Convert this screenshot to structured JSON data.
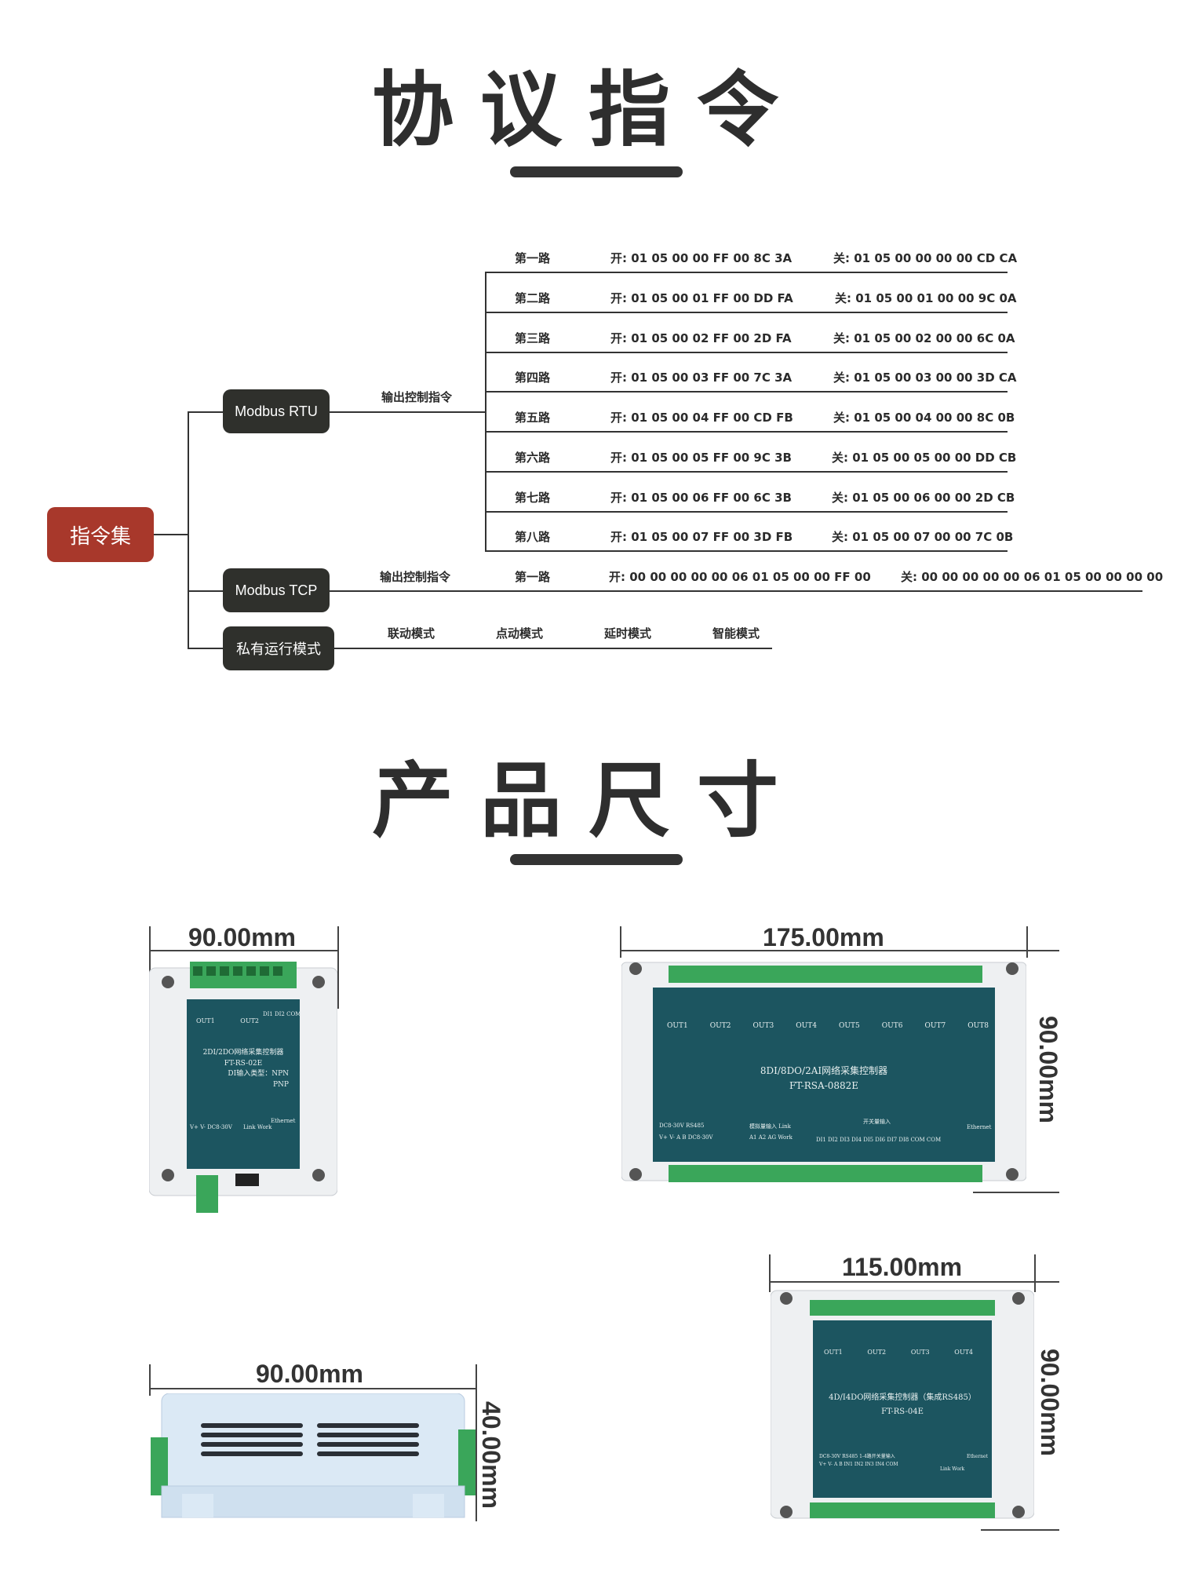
{
  "section1": {
    "title": "协议指令"
  },
  "mindmap": {
    "root": "指令集",
    "rtu": {
      "label": "Modbus RTU",
      "branch": "输出控制指令",
      "rows": [
        {
          "channel": "第一路",
          "on": "开:  01 05 00 00 FF 00 8C 3A",
          "off": "关:  01 05 00 00 00 00 CD CA"
        },
        {
          "channel": "第二路",
          "on": "开:  01 05 00 01 FF 00 DD FA",
          "off": "关:  01 05 00 01 00 00 9C 0A"
        },
        {
          "channel": "第三路",
          "on": "开:  01 05 00 02 FF 00 2D FA",
          "off": "关:  01 05 00 02 00 00 6C 0A"
        },
        {
          "channel": "第四路",
          "on": "开:  01 05 00 03 FF 00 7C 3A",
          "off": "关:  01 05 00 03 00 00 3D CA"
        },
        {
          "channel": "第五路",
          "on": "开:  01 05 00 04 FF 00 CD FB",
          "off": "关:  01 05 00 04 00 00 8C 0B"
        },
        {
          "channel": "第六路",
          "on": "开:  01 05 00 05 FF 00 9C 3B",
          "off": "关:  01 05 00 05 00 00 DD CB"
        },
        {
          "channel": "第七路",
          "on": "开:  01 05 00 06 FF 00 6C 3B",
          "off": "关:  01 05 00 06 00 00 2D CB"
        },
        {
          "channel": "第八路",
          "on": "开:  01 05 00 07 FF 00 3D FB",
          "off": "关:  01 05 00 07 00 00 7C 0B"
        }
      ]
    },
    "tcp": {
      "label": "Modbus TCP",
      "branch": "输出控制指令",
      "channel": "第一路",
      "on": "开:  00 00 00 00 00 06 01 05 00 00 FF 00",
      "off": "关:  00 00 00 00 00 06 01 05 00 00 00 00"
    },
    "private": {
      "label": "私有运行模式",
      "modes": [
        "联动模式",
        "点动模式",
        "延时模式",
        "智能模式"
      ]
    }
  },
  "section2": {
    "title": "产品尺寸"
  },
  "products": {
    "p1": {
      "width_label": "90.00mm",
      "board_title": "2DI/2DO网络采集控制器",
      "model": "FT-RS-02E",
      "di_type": "DI输入类型：NPN",
      "pnp": "PNP",
      "outs": [
        "OUT1",
        "OUT2"
      ],
      "di_labels": "DI1 DI2 COM",
      "power": "V+  V-   DC8-30V",
      "link": "Link Work",
      "ethernet": "Ethernet"
    },
    "p2": {
      "width_label": "175.00mm",
      "height_label": "90.00mm",
      "board_title": "8DI/8DO/2AI网络采集控制器",
      "model": "FT-RSA-0882E",
      "outs": [
        "OUT1",
        "OUT2",
        "OUT3",
        "OUT4",
        "OUT5",
        "OUT6",
        "OUT7",
        "OUT8"
      ],
      "power": "DC8-30V  RS485",
      "pins": "V+ V-  A  B   DC8-30V",
      "analog": "模拟量输入 Link",
      "analog_pins": "A1  A2  AG  Work",
      "switch_in": "开关量输入",
      "di_row": "DI1 DI2 DI3 DI4 DI5 DI6 DI7 DI8 COM COM",
      "ethernet": "Ethernet"
    },
    "p3": {
      "width_label": "90.00mm",
      "height_label": "40.00mm"
    },
    "p4": {
      "width_label": "115.00mm",
      "height_label": "90.00mm",
      "board_title": "4D/I4DO网络采集控制器（集成RS485）",
      "model": "FT-RS-04E",
      "outs": [
        "OUT1",
        "OUT2",
        "OUT3",
        "OUT4"
      ],
      "power": "DC8-30V   RS485     1-4路开关量输入",
      "pins": "V+  V-   A    B   IN1 IN2 IN3 IN4 COM",
      "link": "Link Work",
      "ethernet": "Ethernet"
    }
  },
  "colors": {
    "dark_node": "#2f302c",
    "root_node": "#a8382b",
    "pcb": "#1c5560",
    "terminal": "#3aa65a",
    "enclosure": "#eef0f2",
    "heatsink_case": "#dbe9f5"
  }
}
